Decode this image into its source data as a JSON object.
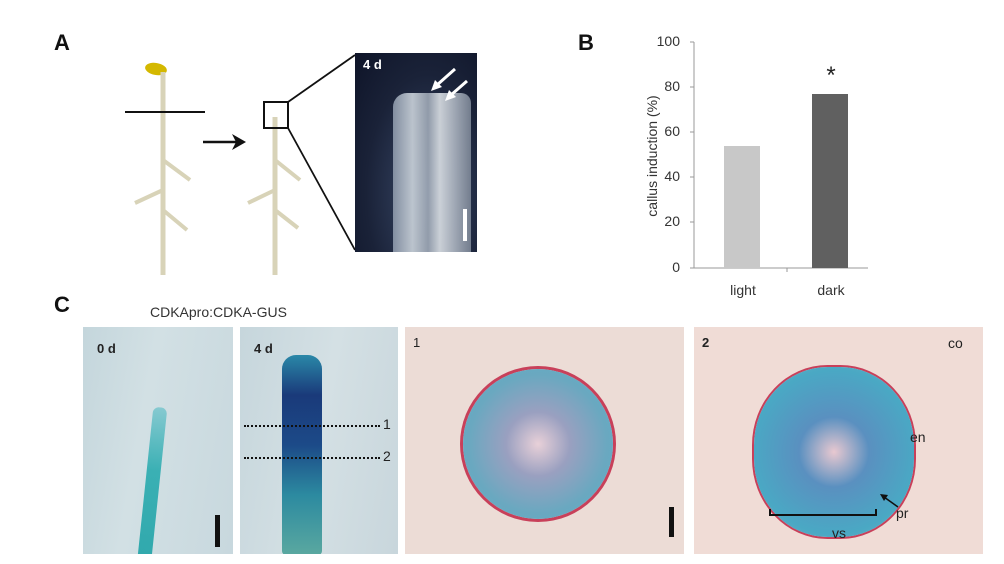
{
  "panels": {
    "A": {
      "label": "A",
      "inset_time": "4 d"
    },
    "B": {
      "label": "B"
    },
    "C": {
      "label": "C",
      "construct": "CDKApro:CDKA-GUS",
      "photos": [
        {
          "time": "0 d"
        },
        {
          "time": "4 d",
          "section_lines": [
            "1",
            "2"
          ]
        },
        {
          "section": "1"
        },
        {
          "section": "2",
          "annotations": [
            "co",
            "en",
            "pr",
            "vs"
          ]
        }
      ]
    }
  },
  "chart_data": {
    "type": "bar",
    "title": "",
    "categories": [
      "light",
      "dark"
    ],
    "values": [
      53.5,
      76.5
    ],
    "colors": [
      "#c8c8c8",
      "#606060"
    ],
    "xlabel": "",
    "ylabel": "callus induction (%)",
    "ylim": [
      0,
      100
    ],
    "yticks": [
      0,
      20,
      40,
      60,
      80,
      100
    ],
    "annotations": [
      {
        "category": "dark",
        "text": "*"
      }
    ],
    "grid": false,
    "legend": null
  },
  "labels": {
    "yticks": [
      "100",
      "80",
      "60",
      "40",
      "20",
      "0"
    ],
    "xticks": [
      "light",
      "dark"
    ],
    "significance": "*",
    "co": "co",
    "en": "en",
    "pr": "pr",
    "vs": "vs",
    "line1": "1",
    "line2": "2"
  }
}
